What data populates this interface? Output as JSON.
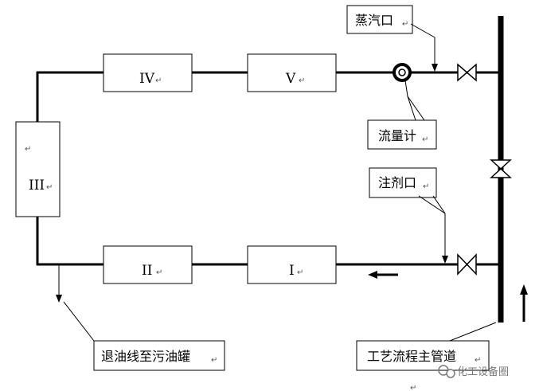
{
  "units": {
    "I": "I",
    "II": "II",
    "III": "III",
    "IV": "IV",
    "V": "V"
  },
  "callouts": {
    "steam_inlet": "蒸汽口",
    "flowmeter": "流量计",
    "injection_inlet": "注剂口",
    "oil_drain": "退油线至污油罐",
    "main_pipe": "工艺流程主管道"
  },
  "edit_mark": "↵",
  "watermark": "化工设备圈",
  "colors": {
    "line": "#000000",
    "box_fill": "#ffffff",
    "watermark": "#7a7a7a"
  }
}
